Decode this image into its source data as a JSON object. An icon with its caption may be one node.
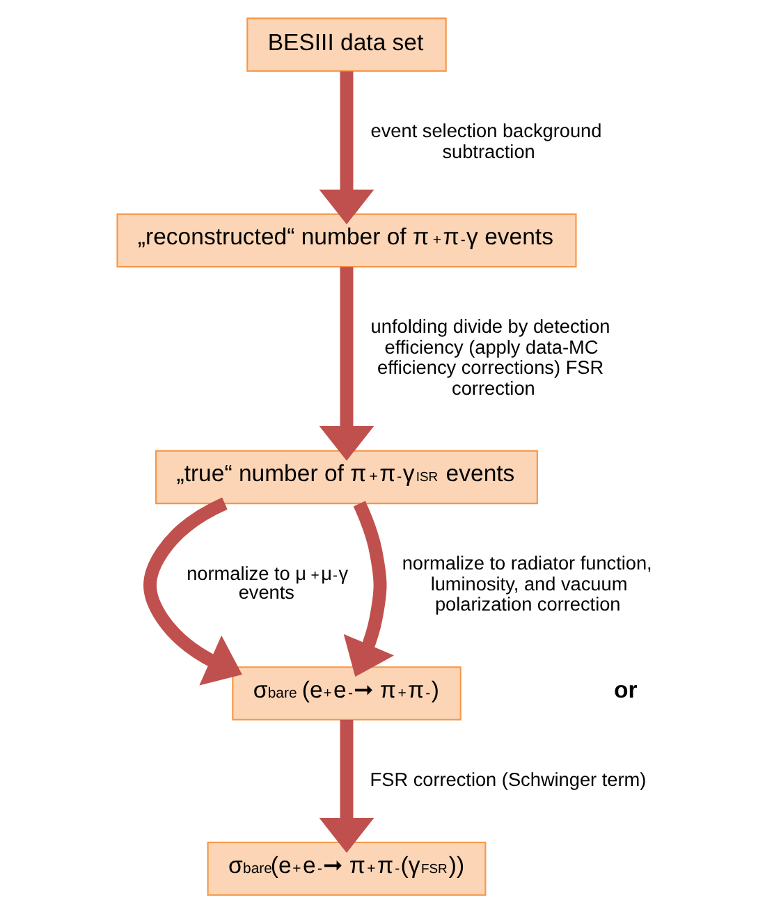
{
  "diagram": {
    "nodes": [
      {
        "text": [
          "BESIII data set"
        ]
      },
      {
        "text": [
          "„reconstructed“ number of π$^{+}$π$^{-}$γ events"
        ]
      },
      {
        "text": [
          "„true“ number of π$^{+}$π$^{-}$γ$_{ISR}$ events"
        ]
      },
      {
        "text": [
          "σ$^{bare}$ (e$^{+}$e$^{-}$➞ π$^{+}$π$^{-}$)"
        ]
      },
      {
        "text": [
          "σ$^{bare}$(e$^{+}$e$^{-}$➞ π$^{+}$π$^{-}$(γ$_{FSR}$))"
        ]
      }
    ],
    "edges": [
      {
        "from": 0,
        "to": 1,
        "arrow": "to",
        "label": "event selection background subtraction"
      },
      {
        "from": 1,
        "to": 2,
        "arrow": "to",
        "label": "unfolding divide by detection efficiency (apply data-MC efficiency corrections) FSR correction"
      },
      {
        "from": 2,
        "to": 3,
        "arrow": "to",
        "label": "normalize to μ$^{+}$μ$^{-}$γ events"
      },
      {
        "from": 2,
        "to": 3,
        "arrow": "to",
        "label": "normalize to radiator function, luminosity, and vacuum polarization correction"
      },
      {
        "from": 3,
        "to": 4,
        "arrow": "to",
        "label": "FSR correction (Schwinger term)"
      }
    ],
    "labels": [
      "or"
    ]
  }
}
